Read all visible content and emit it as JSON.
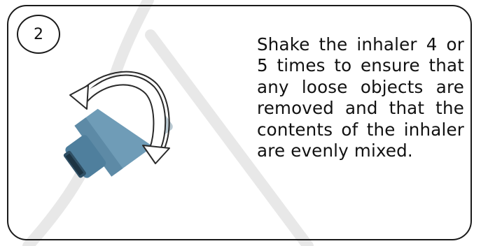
{
  "step": {
    "number": "2",
    "instruction": "Shake the inhaler 4 or 5 times to ensure that any loose objects are removed and that the contents of the inhaler are evenly mixed."
  },
  "colors": {
    "inhaler_body": "#6f9cb7",
    "inhaler_dark": "#4f7f9d",
    "canister": "#b9c9d2",
    "border": "#1a1a1a",
    "watermark": "#e6e6e6"
  },
  "icons": {
    "illustration": "inhaler-shake-icon",
    "watermark": "pharmacy-watermark"
  }
}
